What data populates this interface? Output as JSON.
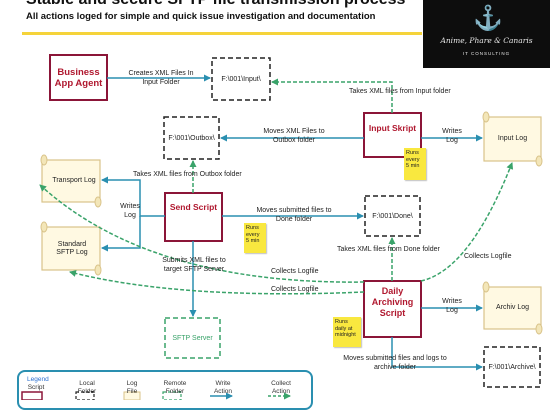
{
  "header": {
    "title": "Stable and secure SFTP file transmission process",
    "subtitle": "All actions loged for simple and quick issue investigation and documentation"
  },
  "logo": {
    "icon": "anchor-icon",
    "brand": "Anime, Phare & Canaris",
    "sub": "IT CONSULTING"
  },
  "nodes": {
    "business_app": "Business App Agent",
    "input_folder": "F:\\001\\Input\\",
    "outbox_folder": "F:\\001\\Outbox\\",
    "input_script": "Input Skript",
    "input_log": "Input Log",
    "transport_log": "Transport Log",
    "send_script": "Send Script",
    "done_folder": "F:\\001\\Done\\",
    "standard_sftp_log": "Standard SFTP Log",
    "daily_script": "Daily Archiving Script",
    "archiv_log": "Archiv Log",
    "sftp_server": "SFTP Server",
    "archive_folder": "F:\\001\\Archive\\"
  },
  "notes": {
    "input_runs": "Runs every 5 min",
    "send_runs": "Runs every 5 min",
    "daily_runs": "Runs daily at midnight"
  },
  "edges": {
    "creates_xml": "Creates XML Files In Input Folder",
    "takes_from_input": "Takes XML files from Input folder",
    "moves_to_outbox": "Moves XML Files to Outbox folder",
    "writes_log_input": "Writes Log",
    "takes_from_outbox": "Takes XML files from Outbox folder",
    "writes_log_send": "Writes Log",
    "moves_to_done": "Moves submitted files to Done folder",
    "takes_from_done": "Takes XML files from Done folder",
    "collects_logfile_1": "Collects Logfile",
    "collects_logfile_2": "Collects Logfile",
    "collects_logfile_3": "Collects Logfile",
    "submits_xml": "Submits XML files to target SFTP Server",
    "writes_log_daily": "Writes Log",
    "moves_to_archive": "Moves submitted files and logs to archive folder"
  },
  "legend": {
    "title": "Legend",
    "items": [
      "Script",
      "Local Folder",
      "Log File",
      "Remote Folder",
      "Write Action",
      "Collect Action"
    ]
  },
  "colors": {
    "script_border": "#8b1538",
    "script_text": "#b0182f",
    "arrow_blue": "#2a8fb0",
    "arrow_green": "#3aa36a",
    "sticky": "#f9e83f",
    "title_bar": "#f5d33a"
  }
}
